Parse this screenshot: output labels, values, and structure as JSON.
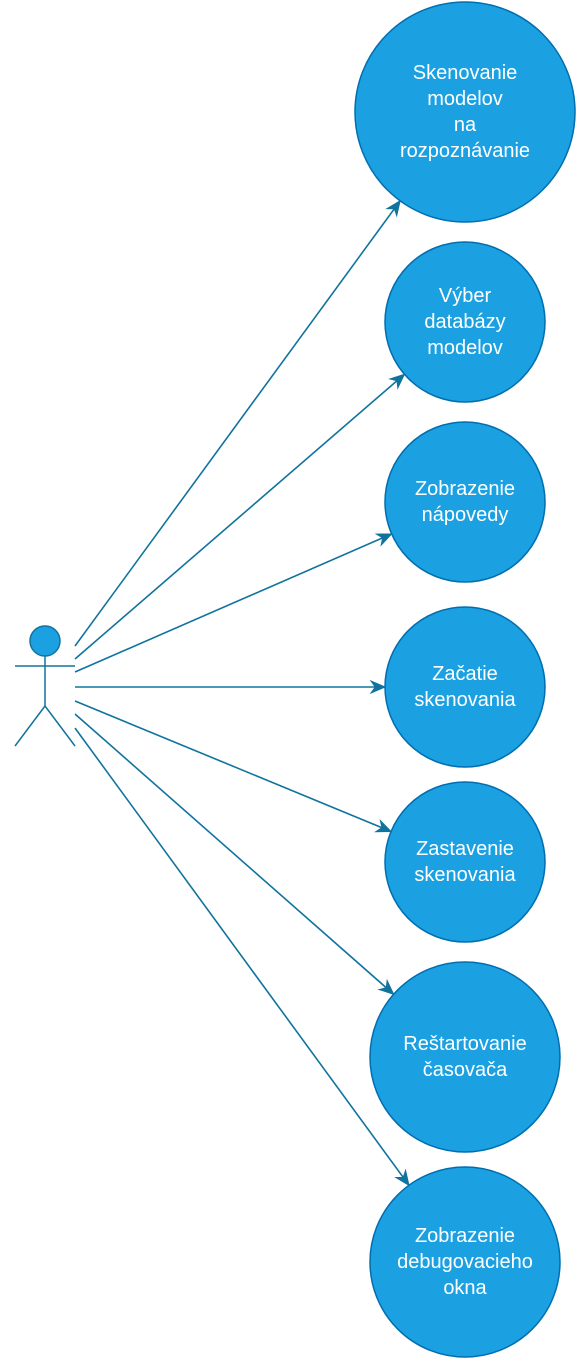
{
  "diagram": {
    "type": "use-case",
    "colors": {
      "usecase_fill": "#1ba1e2",
      "usecase_stroke": "#006eaf",
      "edge": "#10739e",
      "text": "#ffffff"
    },
    "actor": {
      "icon": "stick-figure-icon",
      "label": ""
    },
    "use_cases": [
      {
        "id": "uc1",
        "lines": [
          "Skenovanie",
          "modelov",
          "na",
          "rozpoznávanie"
        ]
      },
      {
        "id": "uc2",
        "lines": [
          "Výber",
          "databázy",
          "modelov"
        ]
      },
      {
        "id": "uc3",
        "lines": [
          "Zobrazenie",
          "nápovedy"
        ]
      },
      {
        "id": "uc4",
        "lines": [
          "Začatie",
          "skenovania"
        ]
      },
      {
        "id": "uc5",
        "lines": [
          "Zastavenie",
          "skenovania"
        ]
      },
      {
        "id": "uc6",
        "lines": [
          "Reštartovanie",
          "časovača"
        ]
      },
      {
        "id": "uc7",
        "lines": [
          "Zobrazenie",
          "debugovacieho",
          "okna"
        ]
      }
    ],
    "associations": [
      {
        "from": "actor",
        "to": "uc1",
        "arrow": "end"
      },
      {
        "from": "actor",
        "to": "uc2",
        "arrow": "end"
      },
      {
        "from": "actor",
        "to": "uc3",
        "arrow": "end"
      },
      {
        "from": "actor",
        "to": "uc4",
        "arrow": "end"
      },
      {
        "from": "actor",
        "to": "uc5",
        "arrow": "end"
      },
      {
        "from": "actor",
        "to": "uc6",
        "arrow": "end"
      },
      {
        "from": "actor",
        "to": "uc7",
        "arrow": "end"
      }
    ]
  }
}
